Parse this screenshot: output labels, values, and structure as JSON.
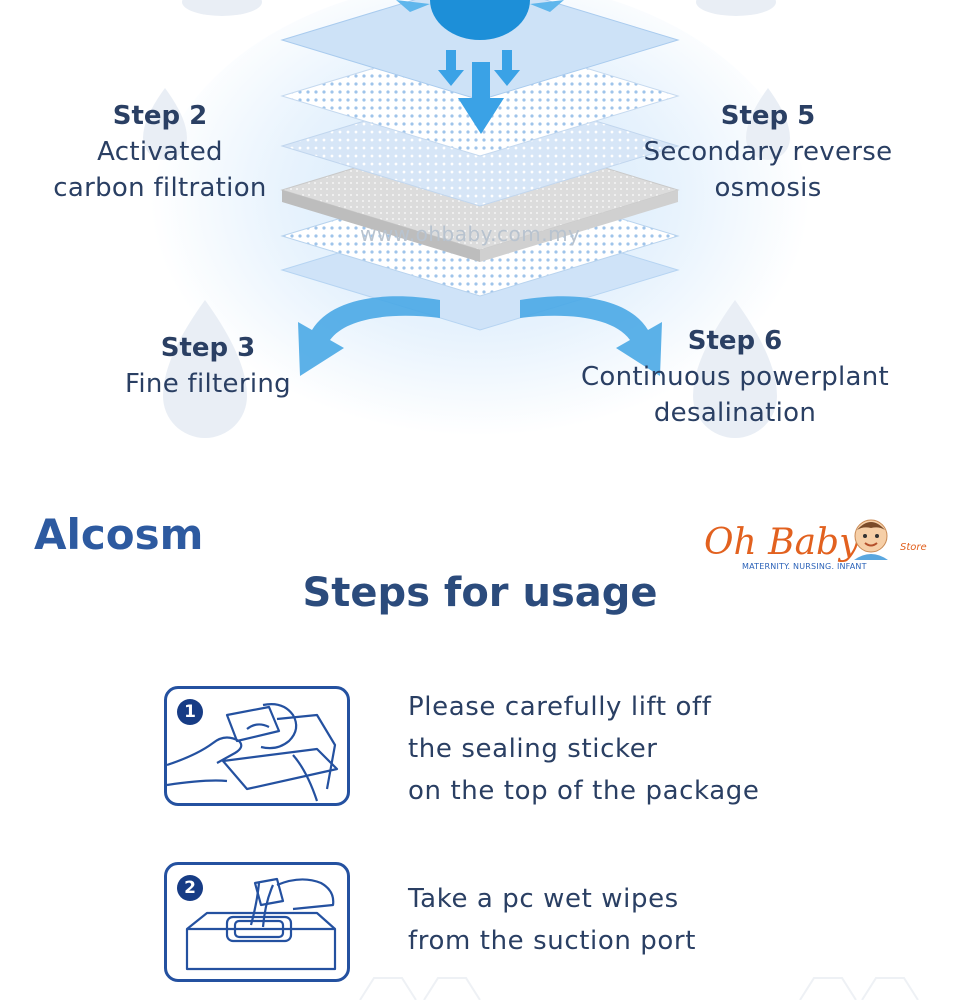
{
  "process": {
    "watermark": "www.ohbaby.com.my",
    "steps": [
      {
        "title": "Step 2",
        "lines": [
          "Activated",
          "carbon filtration"
        ]
      },
      {
        "title": "Step 5",
        "lines": [
          "Secondary reverse",
          "osmosis"
        ]
      },
      {
        "title": "Step 3",
        "lines": [
          "Fine filtering"
        ]
      },
      {
        "title": "Step 6",
        "lines": [
          "Continuous powerplant",
          "desalination"
        ]
      }
    ]
  },
  "brand": {
    "name": "Alcosm"
  },
  "logo": {
    "name": "Oh Baby",
    "suffix": "Store",
    "tagline": "MATERNITY. NURSING. INFANT"
  },
  "usage": {
    "heading": "Steps for usage",
    "items": [
      {
        "number": "1",
        "lines": [
          "Please carefully lift off",
          "the sealing sticker",
          "on the top of the package"
        ]
      },
      {
        "number": "2",
        "lines": [
          "Take a pc wet wipes",
          "from the suction port"
        ]
      }
    ]
  },
  "colors": {
    "brand_blue": "#2d5aa0",
    "text_navy": "#2a3f63",
    "accent_orange": "#e2611f",
    "panel_border": "#2451a0"
  }
}
